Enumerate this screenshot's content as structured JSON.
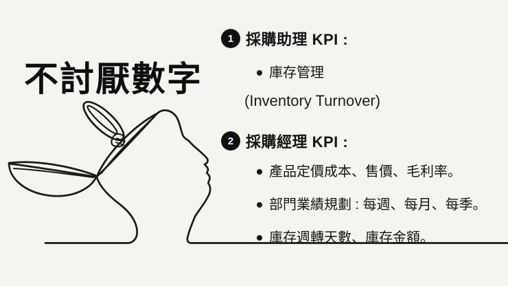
{
  "slide": {
    "title": "不討厭數字",
    "background_color": "#f5f4f1",
    "ink_color": "#1a1a1a",
    "illustration": "open-head-single-line-drawing"
  },
  "sections": [
    {
      "number": "1",
      "heading": "採購助理 KPI :",
      "bullets": [
        "庫存管理"
      ],
      "note": "(Inventory Turnover)"
    },
    {
      "number": "2",
      "heading": "採購經理 KPI :",
      "bullets": [
        "產品定價成本、售價、毛利率。",
        "部門業績規劃 : 每週、每月、每季。",
        "庫存週轉天數、庫存金額。"
      ]
    }
  ]
}
